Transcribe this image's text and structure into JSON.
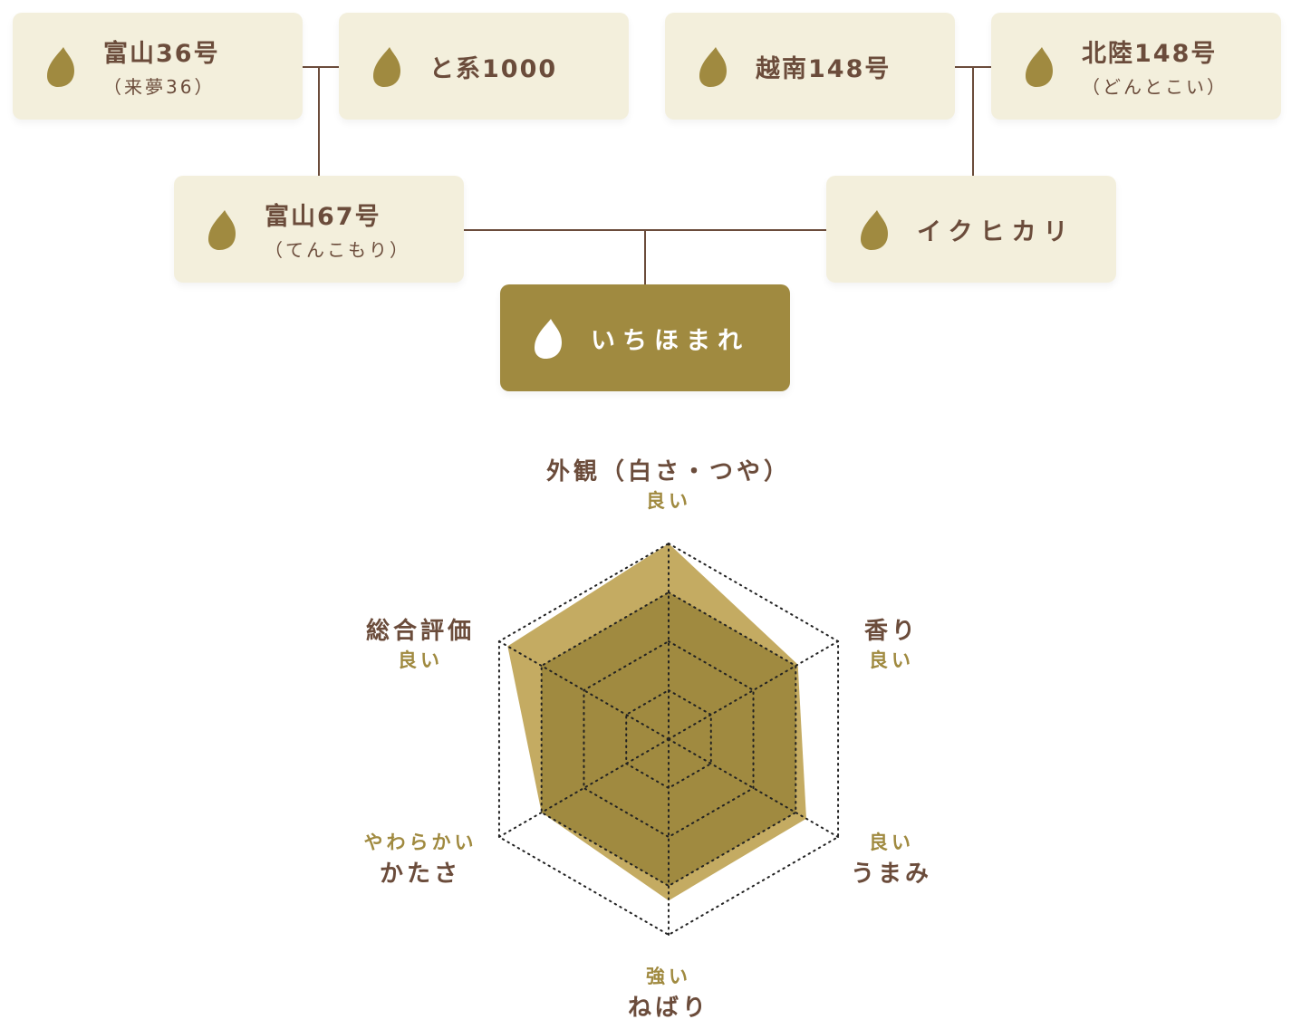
{
  "tree": {
    "cards": [
      {
        "name": "富山36号",
        "sub": "（来夢36）"
      },
      {
        "name": "と系1000",
        "sub": ""
      },
      {
        "name": "越南148号",
        "sub": ""
      },
      {
        "name": "北陸148号",
        "sub": "（どんとこい）"
      },
      {
        "name": "富山67号",
        "sub": "（てんこもり）"
      },
      {
        "name": "イクヒカリ",
        "sub": ""
      },
      {
        "name": "いちほまれ",
        "sub": ""
      }
    ]
  },
  "chart_data": {
    "type": "radar",
    "axes": [
      {
        "label": "外観（白さ・つや）",
        "good": "良い"
      },
      {
        "label": "香り",
        "good": "良い"
      },
      {
        "label": "うまみ",
        "good": "良い"
      },
      {
        "label": "ねばり",
        "good": "強い"
      },
      {
        "label": "かたさ",
        "good": "やわらかい"
      },
      {
        "label": "総合評価",
        "good": "良い"
      }
    ],
    "range": [
      0,
      4
    ],
    "rings": 4,
    "series": [
      {
        "name": "いちほまれ",
        "values": [
          4,
          3.05,
          3.25,
          3.3,
          3,
          3.8
        ],
        "color": "#c4ab62"
      },
      {
        "name": "comparison",
        "values": [
          3,
          3,
          3,
          3,
          3,
          3
        ],
        "color": "#a08a40"
      }
    ]
  }
}
